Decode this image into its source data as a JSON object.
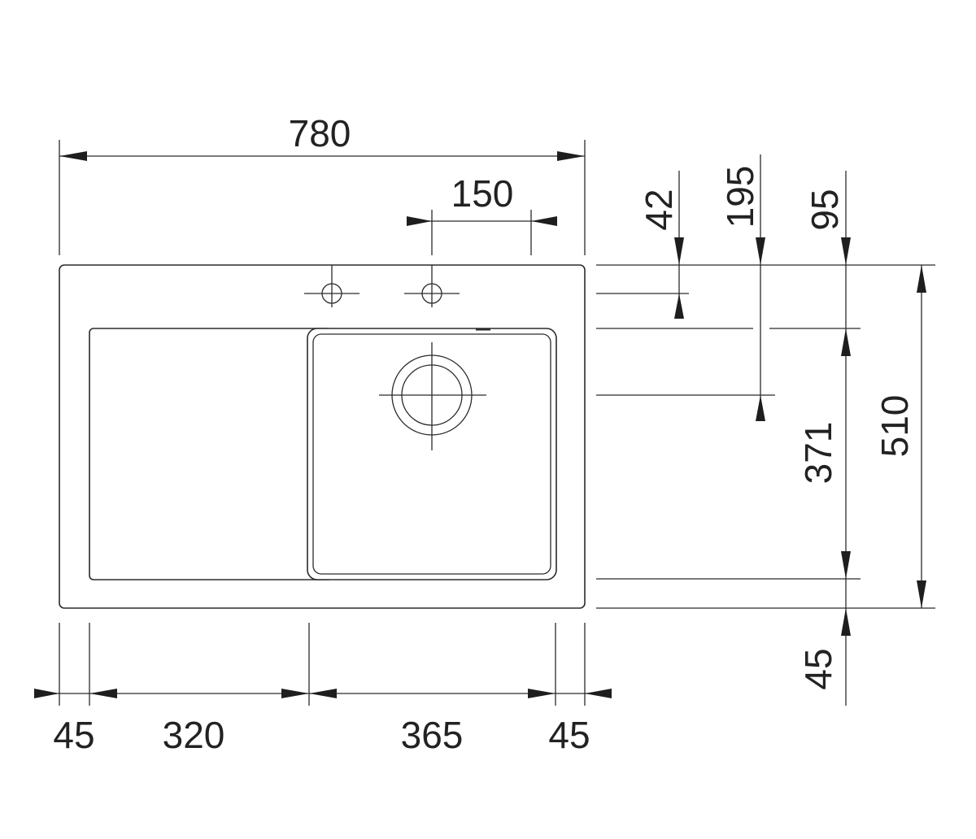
{
  "dimensions": {
    "overall_width": "780",
    "tap_hole_spacing": "150",
    "tap_hole_offset": "42",
    "drain_offset": "195",
    "bowl_offset_top": "95",
    "overall_depth": "510",
    "bowl_depth": "371",
    "bowl_offset_bottom": "45",
    "left_margin": "45",
    "drainer_width": "320",
    "bowl_width": "365",
    "right_margin": "45"
  }
}
